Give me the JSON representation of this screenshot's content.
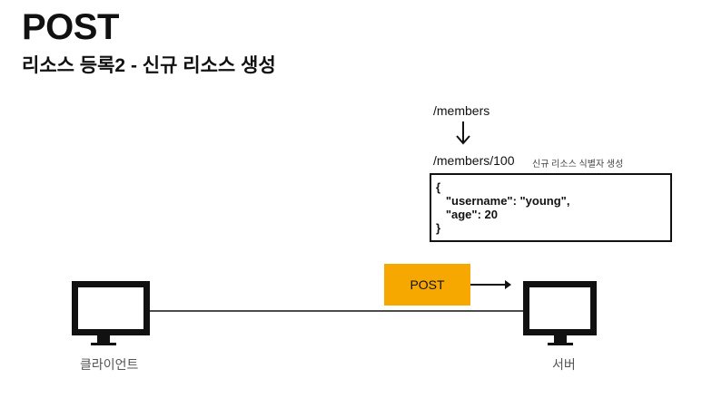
{
  "title": "POST",
  "subtitle": "리소스 등록2 - 신규 리소스 생성",
  "resource": {
    "collection_path": "/members",
    "new_resource_path": "/members/100",
    "note": "신규 리소스 식별자 생성"
  },
  "body_lines": [
    "{",
    "   \"username\": \"young\",",
    "   \"age\": 20",
    "}"
  ],
  "request": {
    "method_label": "POST"
  },
  "client": {
    "label": "클라이언트"
  },
  "server": {
    "label": "서버"
  },
  "colors": {
    "request_box": "#f6a800",
    "ink": "#111111"
  }
}
